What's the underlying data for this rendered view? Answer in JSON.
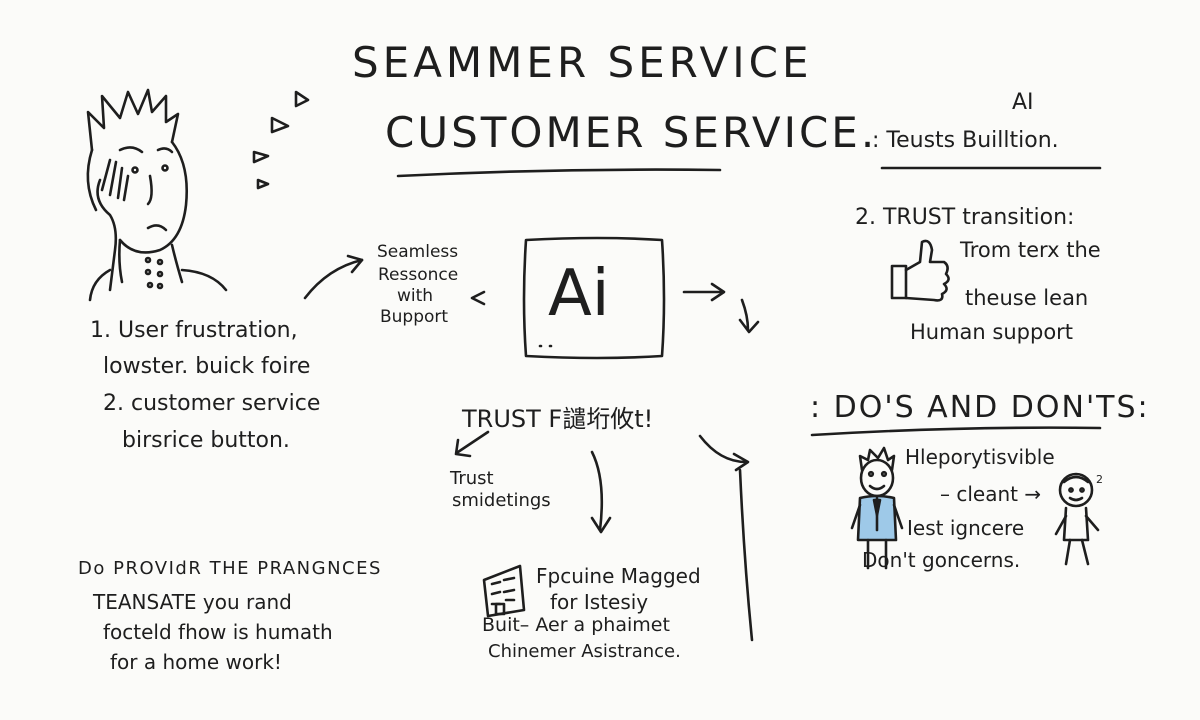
{
  "colors": {
    "ink": "#1e1e1e",
    "paper": "#fbfbf9",
    "shirt_blue": "#9ec9e8"
  },
  "title": {
    "line1": "SEAMMER SERVICE",
    "line2": "CUSTOMER SERVICE."
  },
  "ai_corner": {
    "label": "AI",
    "subtitle": ": Teusts Builltion."
  },
  "trust_transition": {
    "heading": "2. TRUST transition:",
    "line1": "Trom terx the",
    "line2": "theuse lean",
    "line3": "Human support",
    "icon": "thumbs-up-icon"
  },
  "support_note": {
    "line1": "Seamless",
    "line2": "Ressonce",
    "line3": "with",
    "line4": "Bupport"
  },
  "ai_box": {
    "label": "Ai"
  },
  "user_frustration": {
    "line1": "1. User frustration,",
    "line2": "lowster. buick foire",
    "line3": "2. customer service",
    "line4": "birsrice button."
  },
  "trust_first": {
    "label": "TRUST F譴垳攸t!",
    "settings_line1": "Trust",
    "settings_line2": "smidetings"
  },
  "dos_donts": {
    "heading": ": DO'S AND DON'TS:",
    "line1": "Hleporytisvible",
    "line2": "– cleant →",
    "line3": "Iest igncere",
    "line4": "Don't goncerns.",
    "superscript": "2"
  },
  "bottom_left": {
    "line1": "Do PROVIdR THE PRANGNCES",
    "line2": "TEANSATE you rand",
    "line3": "focteld fhow is humath",
    "line4": "for a home work!"
  },
  "bottom_center": {
    "line1": "Fpcuine Magged",
    "line2": "for Istesiy",
    "line3": "Buit– Aer a phaimet",
    "line4": "Chinemer Asistrance.",
    "icon": "building-icon"
  }
}
